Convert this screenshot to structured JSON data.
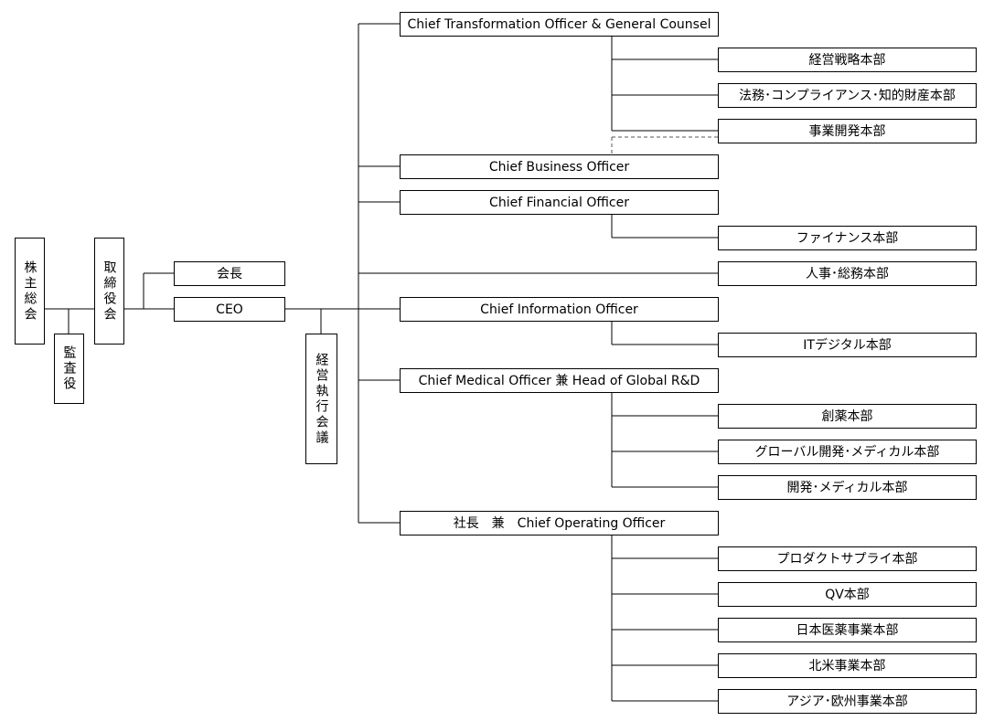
{
  "governance": {
    "shareholders": "株主総会",
    "auditor": "監査役",
    "board": "取締役会",
    "chairman": "会長",
    "ceo": "CEO",
    "exec_committee": "経営執行会議"
  },
  "officers": {
    "ctogc": "Chief Transformation Officer & General Counsel",
    "cbo": "Chief Business Officer",
    "cfo": "Chief Financial Officer",
    "cio": "Chief Information Officer",
    "cmo": "Chief Medical Officer 兼 Head of Global R&D",
    "coo": "社長　兼　Chief Operating Officer"
  },
  "divisions": {
    "strategy": "経営戦略本部",
    "legal": "法務･コンプライアンス･知的財産本部",
    "bizdev": "事業開発本部",
    "finance": "ファイナンス本部",
    "hr": "人事･総務本部",
    "it": "ITデジタル本部",
    "drug": "創薬本部",
    "global_med": "グローバル開発･メディカル本部",
    "dev_med": "開発･メディカル本部",
    "supply": "プロダクトサプライ本部",
    "qv": "QV本部",
    "japan": "日本医薬事業本部",
    "na": "北米事業本部",
    "asia_eu": "アジア･欧州事業本部"
  }
}
